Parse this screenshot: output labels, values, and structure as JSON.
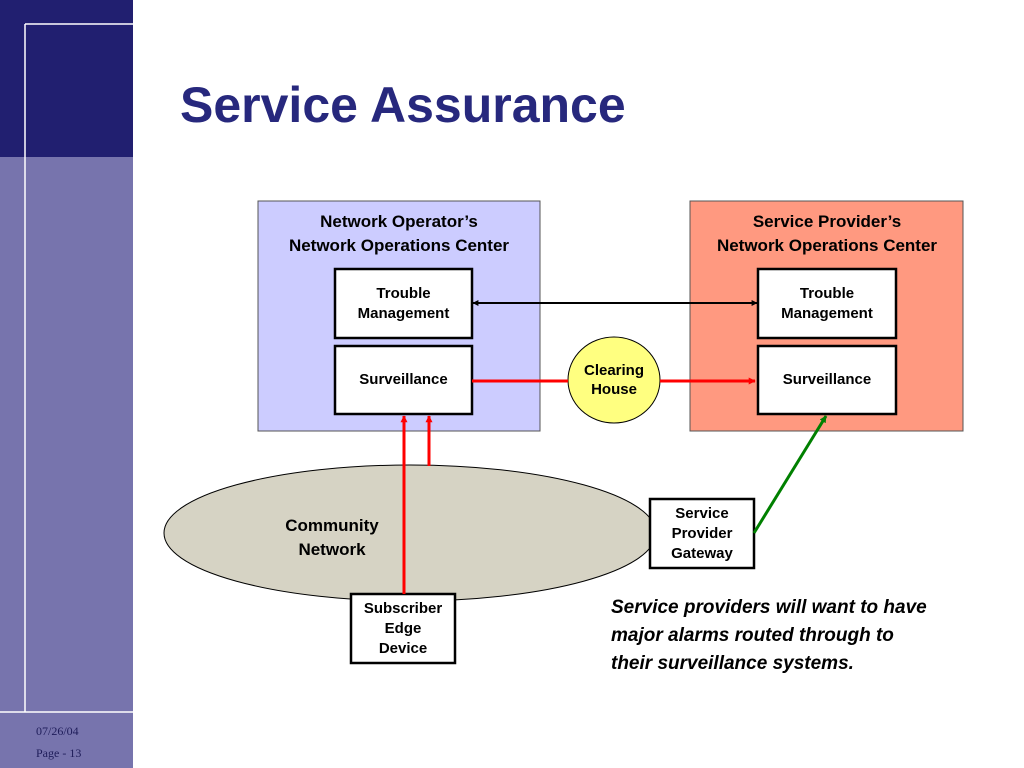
{
  "slide": {
    "title": "Service Assurance",
    "footer": {
      "date": "07/26/04",
      "page": "Page - 13"
    }
  },
  "diagram": {
    "operator_noc": {
      "title_lines": [
        "Network Operator’s",
        "Network Operations Center"
      ],
      "fill_color": "#ccccff",
      "trouble_management_lines": [
        "Trouble",
        "Management"
      ],
      "surveillance": "Surveillance"
    },
    "provider_noc": {
      "title_lines": [
        "Service Provider’s",
        "Network Operations Center"
      ],
      "fill_color": "#ff9980",
      "trouble_management_lines": [
        "Trouble",
        "Management"
      ],
      "surveillance": "Surveillance"
    },
    "clearing_house": {
      "label_lines": [
        "Clearing",
        "House"
      ],
      "fill_color": "#ffff80"
    },
    "community_network": {
      "label_lines": [
        "Community",
        "Network"
      ],
      "fill_color": "#d6d3c4"
    },
    "subscriber_edge_device": {
      "label_lines": [
        "Subscriber",
        "Edge",
        "Device"
      ]
    },
    "service_provider_gateway": {
      "label_lines": [
        "Service",
        "Provider",
        "Gateway"
      ]
    },
    "connections": [
      {
        "from": "operator_noc.trouble_management",
        "to": "provider_noc.trouble_management",
        "style": "bidirectional",
        "color": "#000000"
      },
      {
        "from": "operator_noc.surveillance",
        "to": "clearing_house",
        "style": "line",
        "color": "#ff0000"
      },
      {
        "from": "clearing_house",
        "to": "provider_noc.surveillance",
        "style": "arrow",
        "color": "#ff0000"
      },
      {
        "from": "subscriber_edge_device",
        "to": "operator_noc.surveillance",
        "style": "arrow",
        "color": "#ff0000"
      },
      {
        "from": "community_network",
        "to": "operator_noc.surveillance",
        "style": "arrow",
        "color": "#ff0000"
      },
      {
        "from": "service_provider_gateway",
        "to": "provider_noc.surveillance",
        "style": "arrow",
        "color": "#008000"
      }
    ],
    "caption_lines": [
      "Service providers will want to have",
      "major alarms routed through to",
      "their surveillance systems."
    ]
  }
}
